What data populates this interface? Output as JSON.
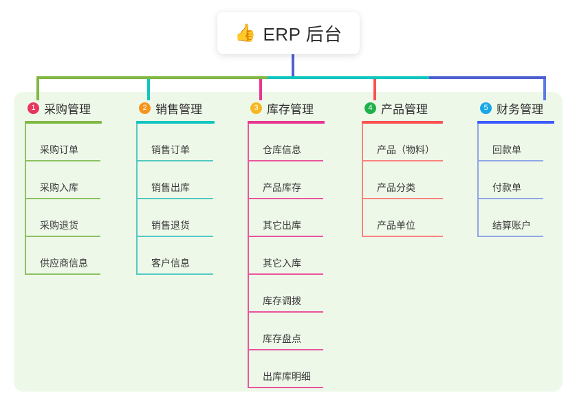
{
  "root": {
    "icon": "thumbs-up-icon",
    "emoji": "👍",
    "title": "ERP 后台"
  },
  "colors": {
    "panel_bg": "#eef8e9",
    "page_bg": "#ffffff",
    "green": "#7fb842",
    "teal": "#0fc6bf",
    "magenta": "#e8368f",
    "red": "#fa5151",
    "indigo": "#4d5fd1",
    "blue_light": "#5b7be8",
    "badge_1": "#e8365d",
    "badge_2": "#f7941e",
    "badge_3": "#f5b722",
    "badge_4": "#21b14b",
    "badge_5": "#18a8e8"
  },
  "columns": [
    {
      "number": "1",
      "label": "采购管理",
      "badge_color": "#e8365d",
      "rule_color": "#7fb842",
      "line_color": "#8cc163",
      "items": [
        {
          "label": "采购订单"
        },
        {
          "label": "采购入库"
        },
        {
          "label": "采购退货"
        },
        {
          "label": "供应商信息"
        }
      ]
    },
    {
      "number": "2",
      "label": "销售管理",
      "badge_color": "#f7941e",
      "rule_color": "#0fc6bf",
      "line_color": "#53c9c2",
      "items": [
        {
          "label": "销售订单"
        },
        {
          "label": "销售出库"
        },
        {
          "label": "销售退货"
        },
        {
          "label": "客户信息"
        }
      ]
    },
    {
      "number": "3",
      "label": "库存管理",
      "badge_color": "#f5b722",
      "rule_color": "#e8368f",
      "line_color": "#e8559d",
      "items": [
        {
          "label": "仓库信息"
        },
        {
          "label": "产品库存"
        },
        {
          "label": "其它出库"
        },
        {
          "label": "其它入库"
        },
        {
          "label": "库存调拨"
        },
        {
          "label": "库存盘点"
        },
        {
          "label": "出库库明细"
        }
      ]
    },
    {
      "number": "4",
      "label": "产品管理",
      "badge_color": "#21b14b",
      "rule_color": "#fa5151",
      "line_color": "#f9827e",
      "items": [
        {
          "label": "产品（物料）"
        },
        {
          "label": "产品分类"
        },
        {
          "label": "产品单位"
        }
      ]
    },
    {
      "number": "5",
      "label": "财务管理",
      "badge_color": "#18a8e8",
      "rule_color": "#3d5afe",
      "line_color": "#8fa6e6",
      "items": [
        {
          "label": "回款单"
        },
        {
          "label": "付款单"
        },
        {
          "label": "结算账户"
        }
      ]
    }
  ]
}
